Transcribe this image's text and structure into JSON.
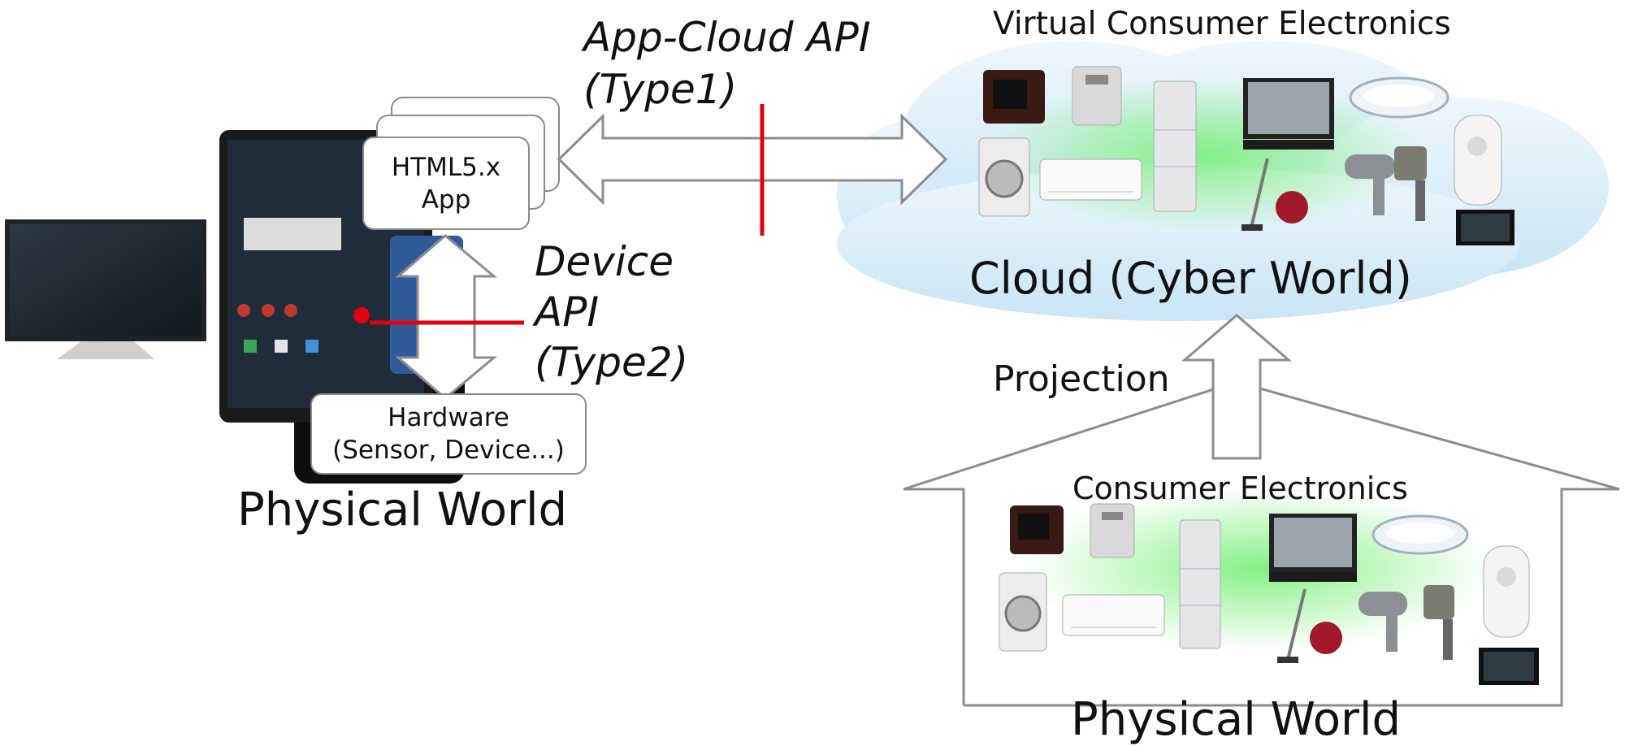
{
  "labels": {
    "app_cloud_api_line1": "App-Cloud API",
    "app_cloud_api_line2": "(Type1)",
    "device_api_line1": "Device",
    "device_api_line2": "API",
    "device_api_line3": "(Type2)",
    "html5_app_line1": "HTML5.x",
    "html5_app_line2": "App",
    "hardware_line1": "Hardware",
    "hardware_line2": "(Sensor, Device...)",
    "physical_world_left": "Physical World",
    "virtual_ce": "Virtual Consumer Electronics",
    "cloud": "Cloud (Cyber World)",
    "projection": "Projection",
    "consumer_electronics": "Consumer Electronics",
    "physical_world_right": "Physical World"
  },
  "colors": {
    "api_boundary_line": "#e3000f",
    "arrow_outline": "#8c8c8c",
    "cloud_fill": "#d6ecf8",
    "appliance_glow": "#7ef07e",
    "text": "#111111"
  },
  "icons": [
    "tv-icon",
    "smartphone-icon",
    "microwave-icon",
    "scale-icon",
    "refrigerator-icon",
    "washing-machine-icon",
    "air-conditioner-icon",
    "ceiling-light-icon",
    "vacuum-icon",
    "hair-dryer-icon",
    "humidifier-icon",
    "monitor-icon"
  ]
}
